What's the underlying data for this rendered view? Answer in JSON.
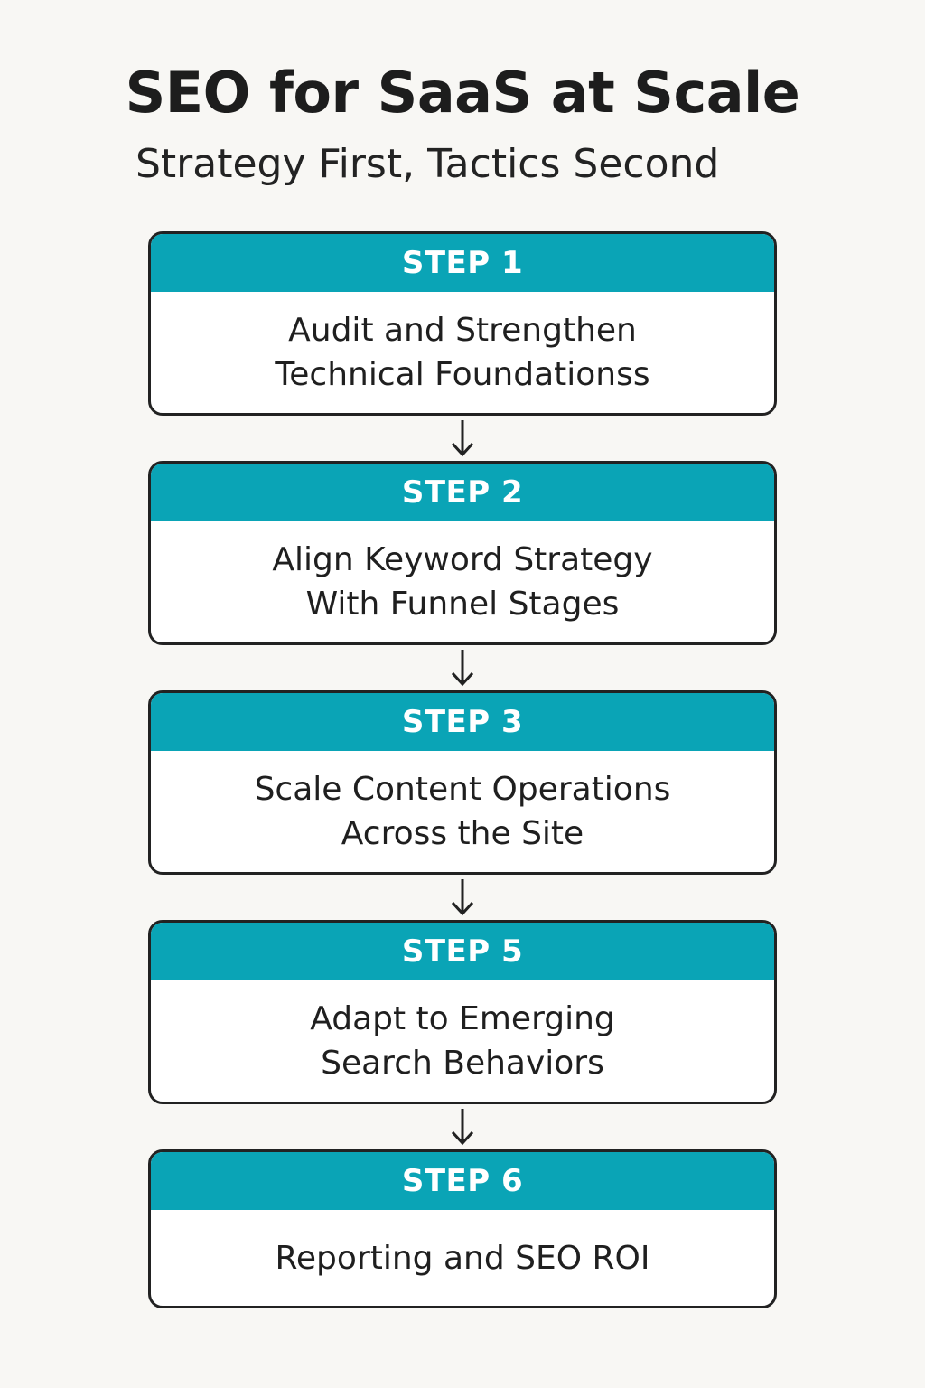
{
  "title": "SEO for SaaS at Scale",
  "subtitle": "Strategy First, Tactics Second",
  "colors": {
    "header_accent": "#0aa4b6",
    "background": "#f8f7f4",
    "border": "#222222"
  },
  "steps": [
    {
      "label": "STEP 1",
      "text": "Audit and Strengthen\nTechnical Foundationss"
    },
    {
      "label": "STEP 2",
      "text": "Align Keyword Strategy\nWith Funnel Stages"
    },
    {
      "label": "STEP 3",
      "text": "Scale Content Operations\nAcross the Site"
    },
    {
      "label": "STEP 5",
      "text": "Adapt to Emerging\nSearch Behaviors"
    },
    {
      "label": "STEP 6",
      "text": "Reporting and SEO ROI"
    }
  ]
}
